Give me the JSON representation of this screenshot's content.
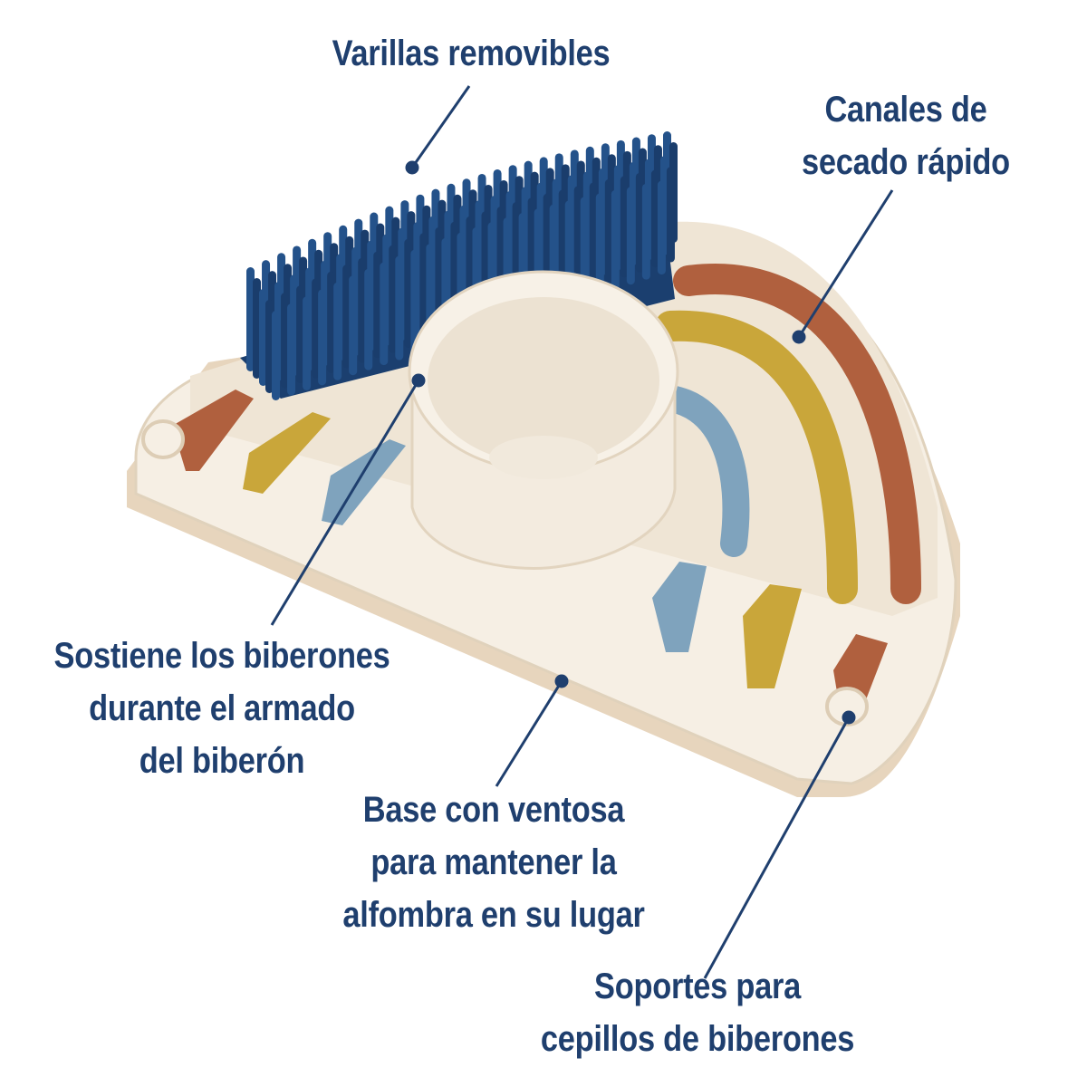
{
  "callouts": {
    "varillas": {
      "lines": [
        "Varillas removibles"
      ]
    },
    "canales": {
      "lines": [
        "Canales de",
        "secado rápido"
      ]
    },
    "sostiene": {
      "lines": [
        "Sostiene los biberones",
        "durante el armado",
        "del biberón"
      ]
    },
    "base": {
      "lines": [
        "Base con ventosa",
        "para mantener la",
        "alfombra en su lugar"
      ]
    },
    "soportes": {
      "lines": [
        "Soportes para",
        "cepillos de biberones"
      ]
    }
  },
  "colors": {
    "label": "#1f3f6e",
    "leader_line": "#1f3f6e",
    "base_cream": "#f6efe4",
    "base_edge": "#e3d6c1",
    "rods_navy": "#1f4a80",
    "rust": "#b0603e",
    "mustard": "#c9a63a",
    "dusty_blue": "#7fa3bd"
  },
  "icons": {
    "product": "drying-rack-illustration"
  }
}
